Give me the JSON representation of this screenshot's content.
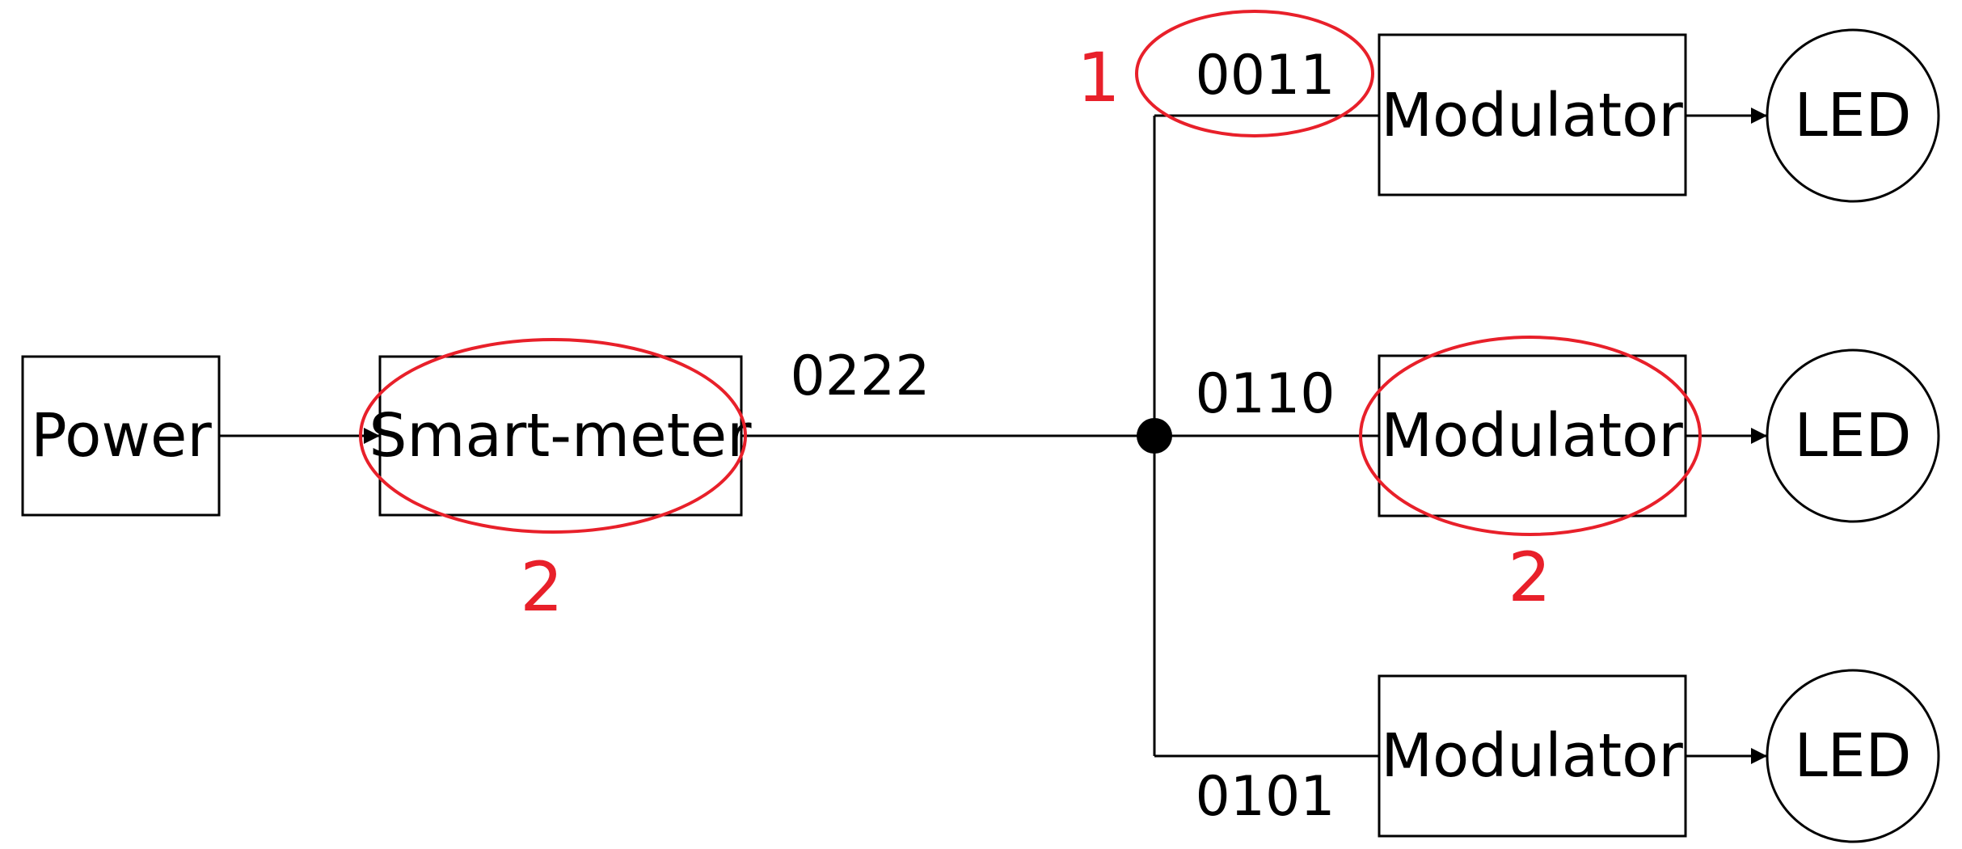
{
  "nodes": {
    "power": "Power",
    "smart_meter": "Smart-meter",
    "modulator_top": "Modulator",
    "modulator_mid": "Modulator",
    "modulator_bot": "Modulator",
    "led_top": "LED",
    "led_mid": "LED",
    "led_bot": "LED"
  },
  "edges": {
    "main_code": "0222",
    "top_code": "0011",
    "mid_code": "0110",
    "bot_code": "0101"
  },
  "annotations": {
    "top_code_mark": "1",
    "smart_meter_mark": "2",
    "modulator_mark": "2",
    "color": "#e8202a"
  }
}
